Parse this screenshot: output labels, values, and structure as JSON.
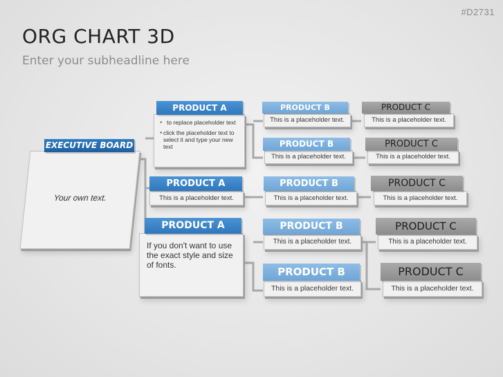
{
  "slide_id": "#D2731",
  "title": "ORG CHART 3D",
  "subtitle": "Enter your subheadline here",
  "executive": {
    "label": "EXECUTIVE BOARD",
    "text": "Your own text."
  },
  "row1": {
    "a_label": "PRODUCT A",
    "a_bullets": [
      "to replace placeholder text",
      "click the placeholder text to select it and type your new text"
    ],
    "b1_label": "PRODUCT B",
    "b1_text": "This is a placeholder text.",
    "c1_label": "PRODUCT C",
    "c1_text": "This is a placeholder text.",
    "b2_label": "PRODUCT B",
    "b2_text": "This is a placeholder text.",
    "c2_label": "PRODUCT C",
    "c2_text": "This is a placeholder text."
  },
  "row2": {
    "a_label": "PRODUCT A",
    "a_text": "This is a placeholder text.",
    "b_label": "PRODUCT B",
    "b_text": "This is a placeholder text.",
    "c_label": "PRODUCT C",
    "c_text": "This is a placeholder text."
  },
  "row3": {
    "a_label": "PRODUCT A",
    "a_text": "If you don't want to use the exact style and size of fonts.",
    "b1_label": "PRODUCT B",
    "b1_text": "This is a placeholder text.",
    "c1_label": "PRODUCT C",
    "c1_text": "This is a placeholder text.",
    "b2_label": "PRODUCT B",
    "b2_text": "This is a placeholder text.",
    "c2_label": "PRODUCT C",
    "c2_text": "This is a placeholder text."
  }
}
